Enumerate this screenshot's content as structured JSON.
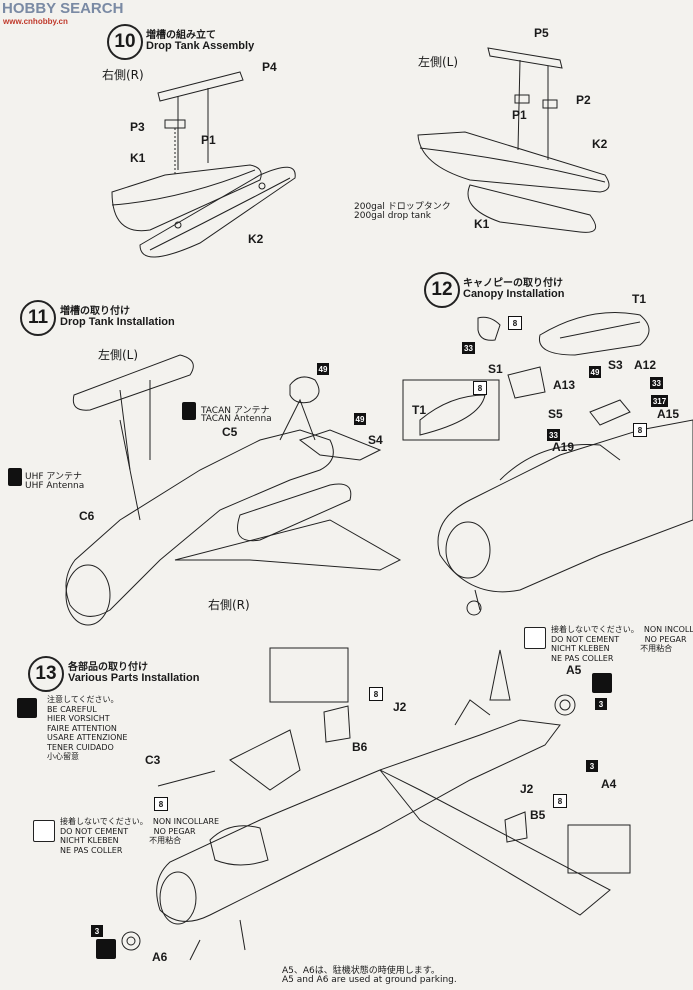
{
  "watermark": {
    "title": "HOBBY SEARCH",
    "sub": "www.cnhobby.cn"
  },
  "step10": {
    "num": "10",
    "jp": "増槽の組み立て",
    "en": "Drop Tank Assembly",
    "right_side": "右側(R)",
    "left_side": "左側(L)",
    "labels": {
      "p4": "P4",
      "p3": "P3",
      "p1a": "P1",
      "k1a": "K1",
      "k2a": "K2",
      "p5": "P5",
      "p2": "P2",
      "p1b": "P1",
      "k2b": "K2",
      "k1b": "K1"
    },
    "tank_jp": "200gal ドロップタンク",
    "tank_en": "200gal drop tank"
  },
  "step11": {
    "num": "11",
    "jp": "増槽の取り付け",
    "en": "Drop Tank Installation",
    "left_side": "左側(L)",
    "right_side": "右側(R)",
    "tacan_jp": "TACAN アンテナ",
    "tacan_en": "TACAN Antenna",
    "uhf_jp": "UHF アンテナ",
    "uhf_en": "UHF Antenna",
    "labels": {
      "c5": "C5",
      "c6": "C6",
      "s4": "S4"
    },
    "badges": {
      "b49a": "49",
      "b49b": "49"
    }
  },
  "step12": {
    "num": "12",
    "jp": "キャノピーの取り付け",
    "en": "Canopy Installation",
    "labels": {
      "t1": "T1",
      "t1b": "T1",
      "s1": "S1",
      "a13": "A13",
      "s3": "S3",
      "a12": "A12",
      "s5": "S5",
      "a19": "A19",
      "a15": "A15"
    },
    "badges": {
      "b8a": "8",
      "b33a": "33",
      "b8b": "8",
      "b49": "49",
      "b33b": "33",
      "b317": "317",
      "b33c": "33",
      "b8c": "8"
    }
  },
  "step13": {
    "num": "13",
    "jp": "各部品の取り付け",
    "en": "Various Parts Installation",
    "caution": "注意してください。\nBE CAREFUL\nHIER VORSICHT\nFAIRE ATTENTION\nUSARE ATTENZIONE\nTENER CUIDADO\n小心留意",
    "nocement": "接着しないでください。  NON INCOLLARE\nDO NOT CEMENT          NO PEGAR\nNICHT KLEBEN            不用粘合\nNE PAS COLLER",
    "labels": {
      "c3": "C3",
      "j2a": "J2",
      "b6": "B6",
      "a5": "A5",
      "a4": "A4",
      "j2b": "J2",
      "b5": "B5",
      "a6": "A6"
    },
    "badges": {
      "b8a": "8",
      "b8b": "8",
      "b3a": "3",
      "b3b": "3",
      "b8c": "8",
      "b3c": "3"
    },
    "footnote_jp": "A5、A6は、駐機状態の時使用します。",
    "footnote_en": "A5 and A6 are used at ground parking."
  }
}
